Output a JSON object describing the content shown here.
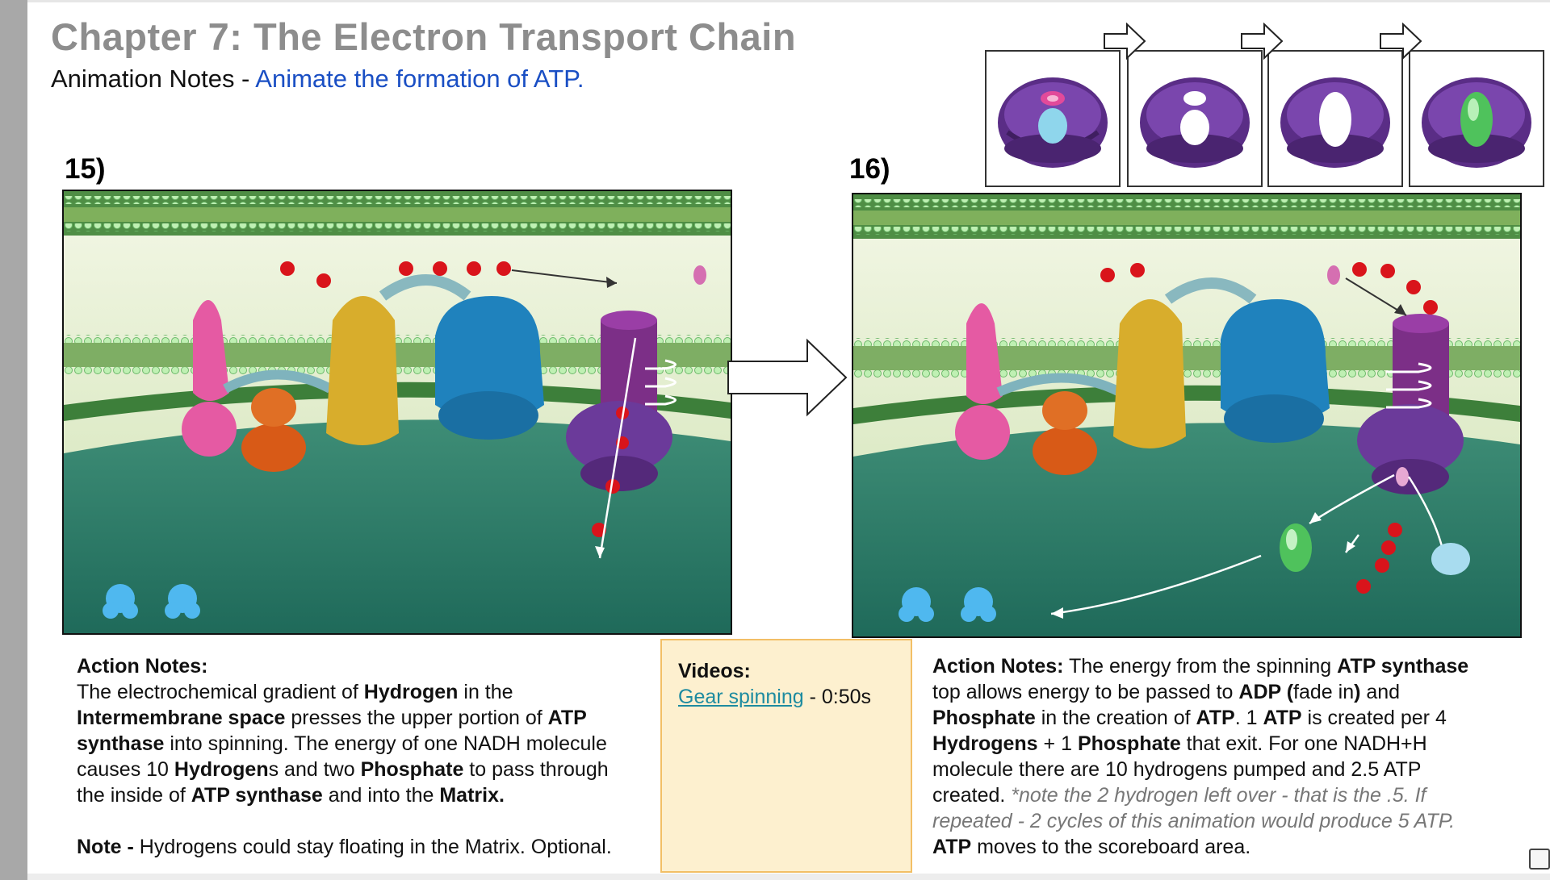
{
  "header": {
    "title": "Chapter 7: The Electron Transport Chain",
    "subtitle_prefix": "Animation Notes - ",
    "subtitle_link": "Animate the formation of ATP."
  },
  "panels": {
    "left_number": "15)",
    "right_number": "16)"
  },
  "left_notes": {
    "heading": "Action Notes:",
    "p1": [
      "The ",
      "electrochemical gradient",
      " of ",
      "Hydrogen",
      "  in the"
    ],
    "p2": [
      "Intermembrane space",
      " presses the upper portion of ",
      "ATP"
    ],
    "p3": [
      "synthase",
      " into spinning.  The energy of one NADH molecule"
    ],
    "p4": [
      "causes 10 ",
      "Hydrogen",
      "s and two ",
      "Phosphate",
      " to pass through"
    ],
    "p5": [
      "the inside of ",
      "ATP synthase",
      " and into the ",
      "Matrix."
    ],
    "note_label": "Note - ",
    "note_text": "Hydrogens could stay floating in the Matrix. Optional."
  },
  "videos": {
    "heading": "Videos:",
    "link_text": "Gear spinning",
    "duration": " - 0:50s"
  },
  "right_notes": {
    "l1": [
      "Action Notes:",
      " The energy from the spinning ",
      "ATP synthase"
    ],
    "l2": [
      "top allows energy to be passed to ",
      "ADP (",
      "fade in",
      ")",
      " and"
    ],
    "l3": [
      "Phosphate",
      " in the creation of ",
      "ATP",
      ".  1 ",
      "ATP",
      " is created per 4"
    ],
    "l4": [
      "Hydrogens",
      " + 1 ",
      "Phosphate",
      " that exit.  For one NADH+H"
    ],
    "l5": "molecule there are 10 hydrogens pumped and 2.5 ATP",
    "l6_a": "created.  ",
    "l6_b": "*note the 2 hydrogen left over - that is the .5.   If",
    "l7": "repeated - 2 cycles of this animation would produce 5 ATP.",
    "l8": [
      "ATP",
      " moves to the scoreboard area."
    ]
  },
  "colors": {
    "title_gray": "#8d8d8d",
    "link_blue": "#1a4fc4",
    "video_bg": "#fdf0cf",
    "video_border": "#f2bf66",
    "matrix_teal": "#2e7e6a",
    "atp_synthase_purple": "#6b3a9a",
    "hydrogen_red": "#d9141b"
  }
}
